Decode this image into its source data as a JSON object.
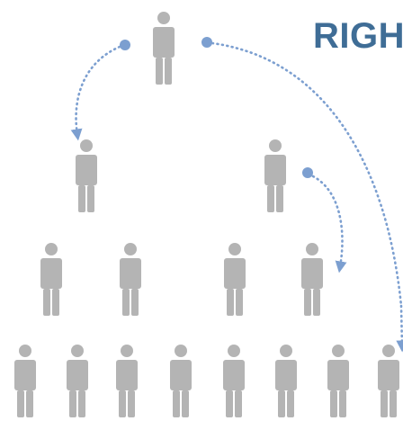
{
  "title": "RIGH",
  "colors": {
    "person": "#b4b4b4",
    "arrow": "#7c9fd0",
    "title": "#3f6d96"
  },
  "icon": "person-icon",
  "levels": [
    {
      "count": 1
    },
    {
      "count": 2
    },
    {
      "count": 4
    },
    {
      "count": 8
    }
  ]
}
